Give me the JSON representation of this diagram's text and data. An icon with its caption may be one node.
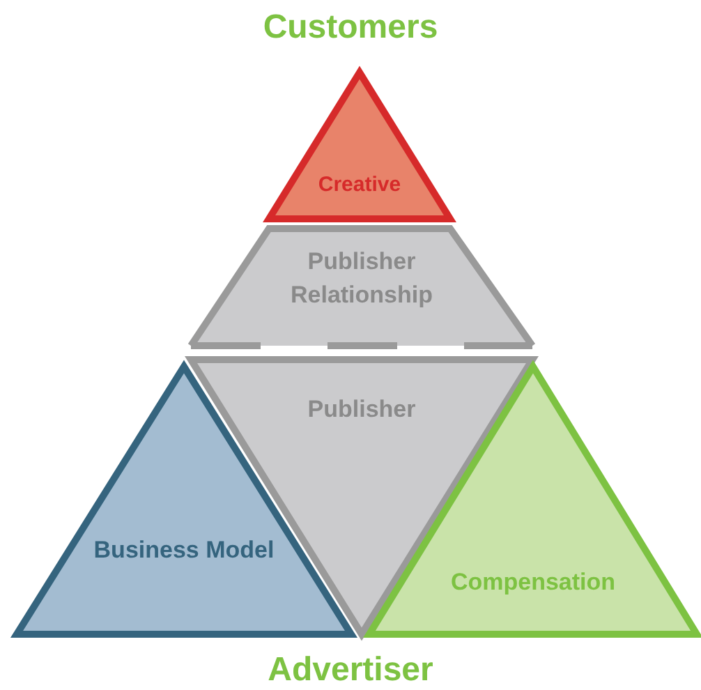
{
  "diagram": {
    "nodes": [
      {
        "text": [
          "Creative"
        ]
      },
      {
        "text": [
          "Publisher Relationship"
        ]
      },
      {
        "text": [
          "Publisher"
        ]
      },
      {
        "text": [
          "Business Model"
        ]
      },
      {
        "text": [
          "Compensation"
        ]
      }
    ],
    "labels": [
      "Customers",
      "Advertiser"
    ]
  }
}
